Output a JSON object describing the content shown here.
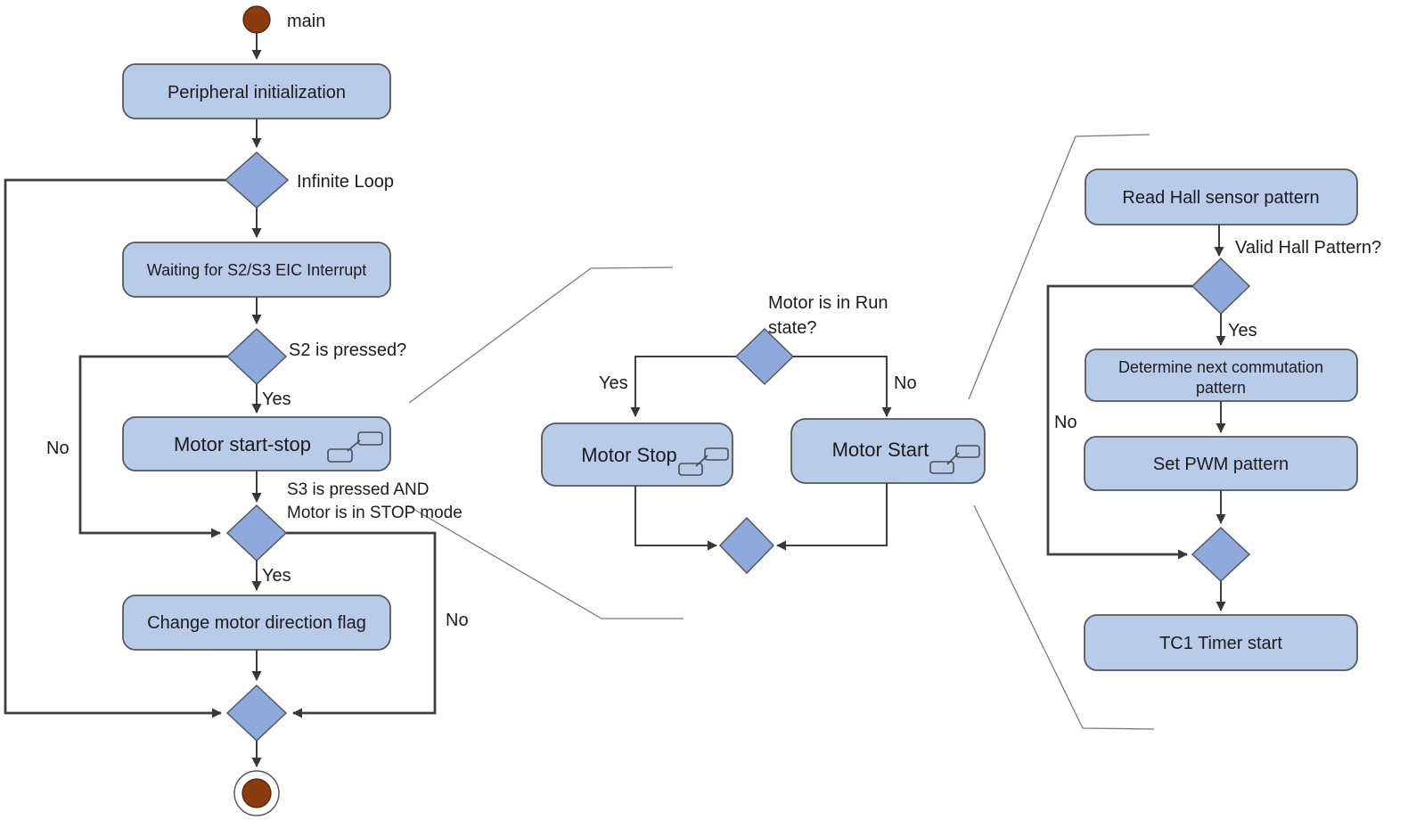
{
  "colors": {
    "activity_fill": "#b8cbe8",
    "decision_fill": "#8ea9dc",
    "shape_stroke": "#54585d",
    "flow_line": "#3d3f41",
    "callout_line": "#7b7b7b",
    "start_end_fill": "#8a3c0f",
    "text": "#1c1c1c"
  },
  "left": {
    "start_label": "main",
    "peripheral": "Peripheral initialization",
    "infinite_loop": "Infinite Loop",
    "waiting": "Waiting for S2/S3 EIC Interrupt",
    "s2_question": "S2 is pressed?",
    "s2_yes": "Yes",
    "s2_no": "No",
    "motor_start_stop": "Motor start-stop",
    "s3_condition_line1": "S3 is pressed  AND",
    "s3_condition_line2": "Motor is in STOP mode",
    "s3_yes": "Yes",
    "s3_no": "No",
    "change_direction": "Change motor direction flag"
  },
  "middle": {
    "run_question_line1": "Motor is in Run",
    "run_question_line2": "state?",
    "run_yes": "Yes",
    "run_no": "No",
    "motor_stop": "Motor Stop",
    "motor_start": "Motor Start"
  },
  "right": {
    "read_hall": "Read Hall sensor pattern",
    "valid_question": "Valid Hall Pattern?",
    "valid_yes": "Yes",
    "valid_no": "No",
    "determine_line1": "Determine next commutation",
    "determine_line2": "pattern",
    "set_pwm": "Set PWM pattern",
    "tc1": "TC1 Timer start"
  }
}
